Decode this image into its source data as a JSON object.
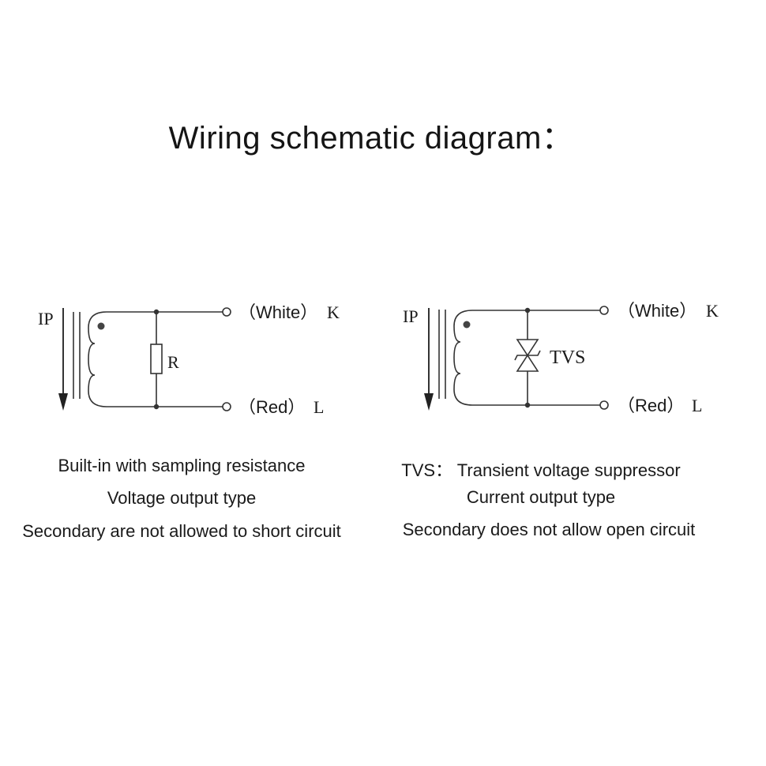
{
  "title": "Wiring schematic diagram：",
  "left_circuit": {
    "input_label": "IP",
    "component_label": "R",
    "top_terminal_color": "（White）",
    "top_terminal_pin": "K",
    "bottom_terminal_color": "（Red）",
    "bottom_terminal_pin": "L",
    "captions": [
      "Built-in with sampling resistance",
      "Voltage output type",
      "Secondary are not allowed to short circuit"
    ]
  },
  "right_circuit": {
    "input_label": "IP",
    "component_label": "TVS",
    "top_terminal_color": "（White）",
    "top_terminal_pin": "K",
    "bottom_terminal_color": "（Red）",
    "bottom_terminal_pin": "L",
    "captions": [
      "TVS： Transient voltage suppressor",
      "Current output type",
      "Secondary does not allow open circuit"
    ]
  },
  "colors": {
    "line": "#333333",
    "text": "#1a1a1a",
    "background": "#ffffff"
  }
}
